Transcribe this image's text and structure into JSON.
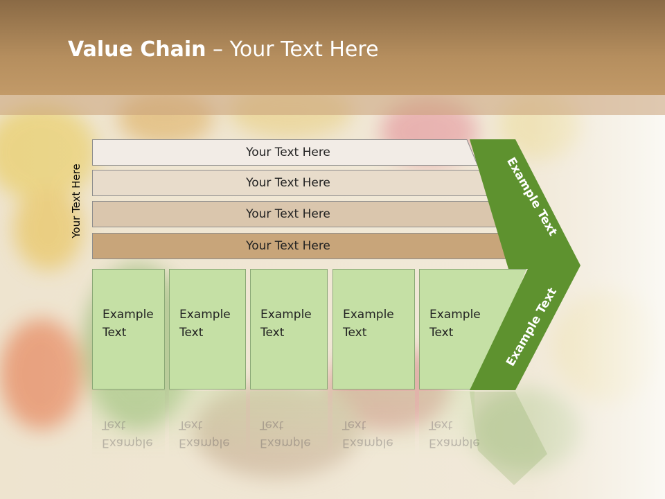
{
  "title": {
    "bold": "Value Chain",
    "rest": " – Your Text Here"
  },
  "side_label": "Your Text Here",
  "bars": [
    {
      "label": "Your Text Here",
      "color": "#f2ece6"
    },
    {
      "label": "Your Text Here",
      "color": "#e8dccb"
    },
    {
      "label": "Your Text Here",
      "color": "#dac6ad"
    },
    {
      "label": "Your Text Here",
      "color": "#c8a57a"
    }
  ],
  "boxes": [
    {
      "label": "Example\nText"
    },
    {
      "label": "Example\nText"
    },
    {
      "label": "Example\nText"
    },
    {
      "label": "Example\nText"
    },
    {
      "label": "Example\nText"
    }
  ],
  "chevron_top": "Example Text",
  "chevron_bottom": "Example Text",
  "colors": {
    "chevron": "#5e922f",
    "box": "#c5e0a5",
    "header": "#a88156"
  }
}
